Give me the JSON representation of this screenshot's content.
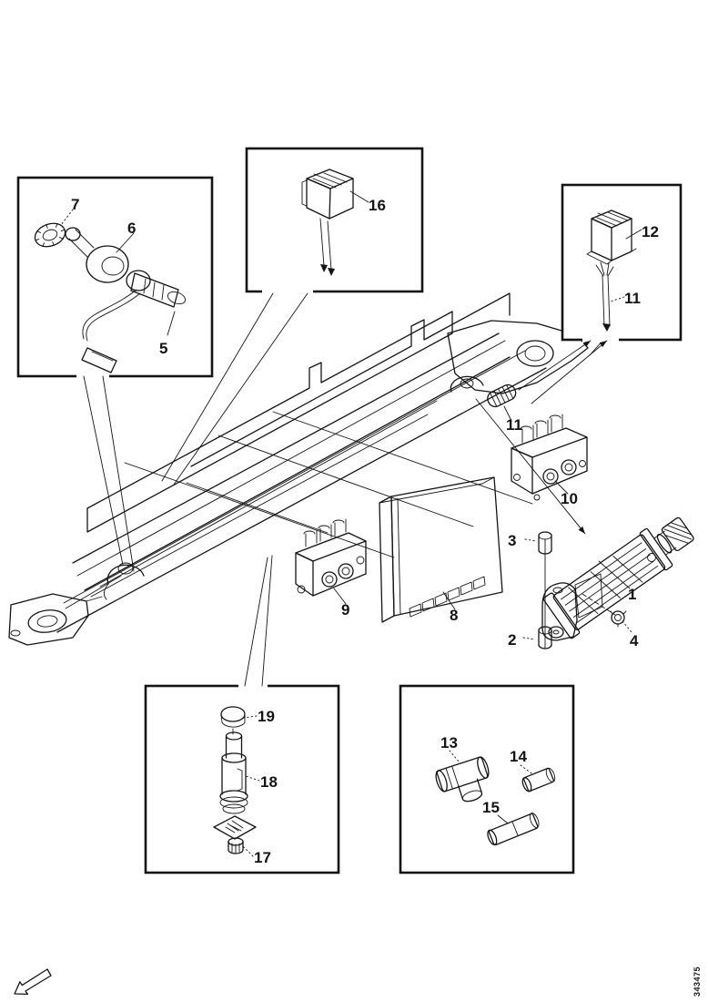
{
  "parts": {
    "p1": "1",
    "p2": "2",
    "p3": "3",
    "p4": "4",
    "p5": "5",
    "p6": "6",
    "p7": "7",
    "p8": "8",
    "p9": "9",
    "p10": "10",
    "p11": "11",
    "p12": "12",
    "p13": "13",
    "p14": "14",
    "p15": "15",
    "p16": "16",
    "p17": "17",
    "p18": "18",
    "p19": "19"
  },
  "footer": {
    "drawing_number": "343475"
  },
  "colors": {
    "line": "#141414",
    "background": "#ffffff"
  }
}
